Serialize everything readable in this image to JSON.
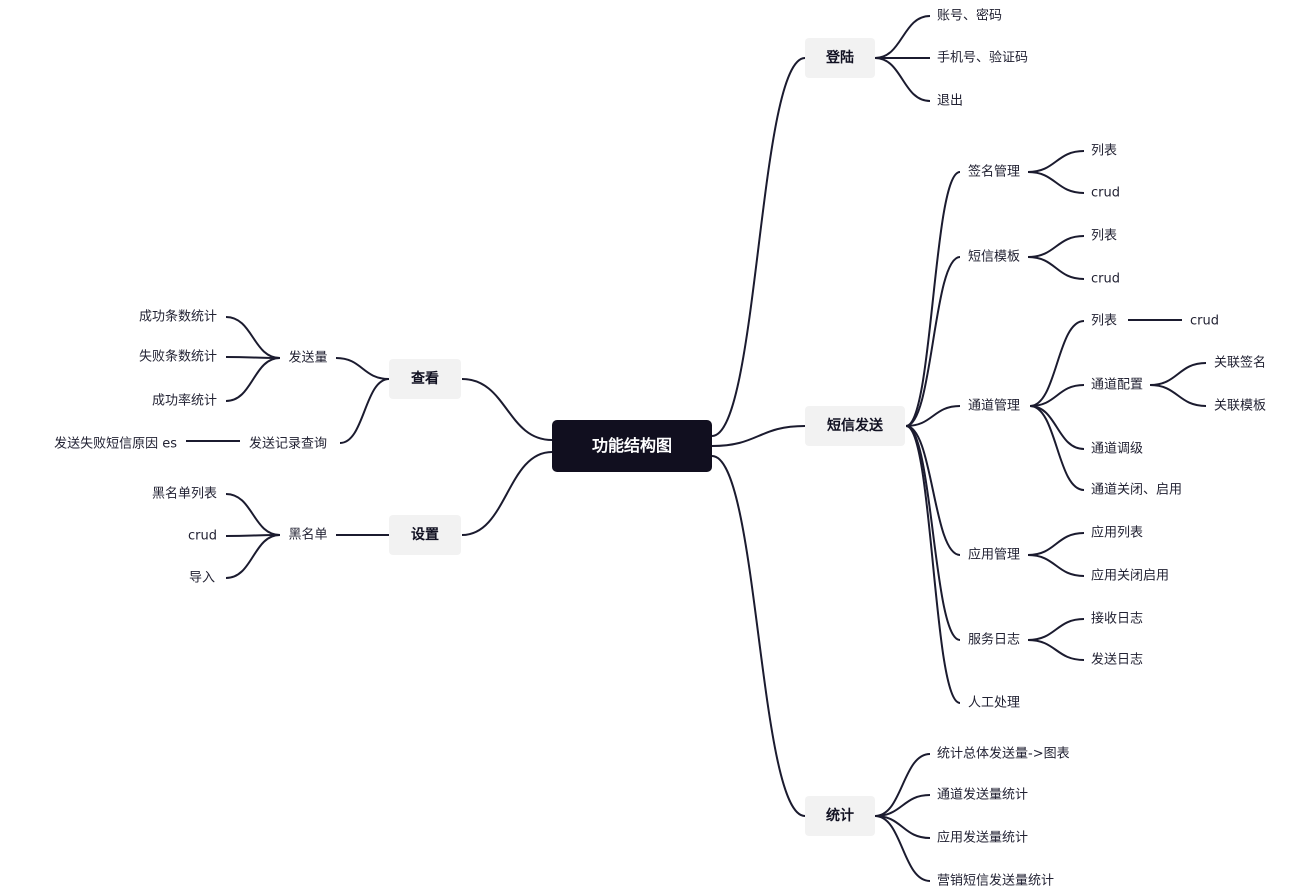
{
  "root": {
    "label": "功能结构图"
  },
  "main": {
    "login": {
      "label": "登陆",
      "children": [
        "账号、密码",
        "手机号、验证码",
        "退出"
      ]
    },
    "sms": {
      "label": "短信发送",
      "signature": {
        "label": "签名管理",
        "children": [
          "列表",
          "crud"
        ]
      },
      "template": {
        "label": "短信模板",
        "children": [
          "列表",
          "crud"
        ]
      },
      "channel": {
        "label": "通道管理",
        "list": {
          "label": "列表",
          "child": "crud"
        },
        "config": {
          "label": "通道配置",
          "children": [
            "关联签名",
            "关联模板"
          ]
        },
        "adjust": "通道调级",
        "toggle": "通道关闭、启用"
      },
      "app": {
        "label": "应用管理",
        "children": [
          "应用列表",
          "应用关闭启用"
        ]
      },
      "log": {
        "label": "服务日志",
        "children": [
          "接收日志",
          "发送日志"
        ]
      },
      "manual": "人工处理"
    },
    "stats": {
      "label": "统计",
      "children": [
        "统计总体发送量->图表",
        "通道发送量统计",
        "应用发送量统计",
        "营销短信发送量统计"
      ]
    },
    "view": {
      "label": "查看",
      "volume": {
        "label": "发送量",
        "children": [
          "成功条数统计",
          "失败条数统计",
          "成功率统计"
        ]
      },
      "records": {
        "label": "发送记录查询",
        "child": "发送失败短信原因 es"
      }
    },
    "settings": {
      "label": "设置",
      "blacklist": {
        "label": "黑名单",
        "children": [
          "黑名单列表",
          "crud",
          "导入"
        ]
      }
    }
  }
}
